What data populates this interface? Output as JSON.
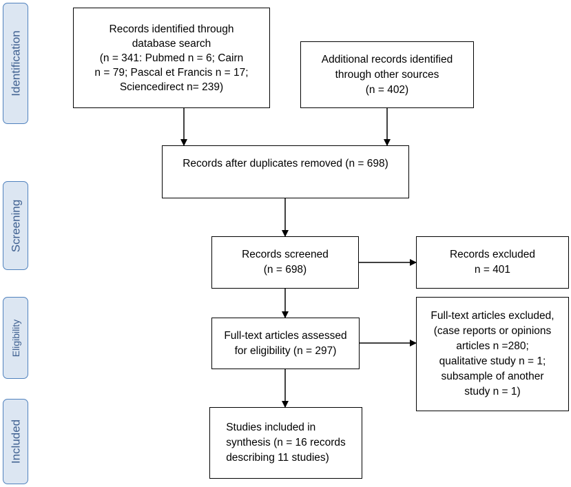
{
  "phases": {
    "identification": "Identification",
    "screening": "Screening",
    "eligibility": "Eligibility",
    "included": "Included"
  },
  "boxes": {
    "records_identified": "Records identified through\ndatabase search\n(n = 341: Pubmed n = 6; Cairn\nn = 79; Pascal et Francis n = 17;\nSciencedirect n= 239)",
    "additional_records": "Additional records identified\nthrough other sources\n(n = 402)",
    "after_duplicates": "Records after duplicates removed (n = 698)",
    "records_screened": "Records screened\n(n = 698)",
    "records_excluded": "Records excluded\nn = 401",
    "fulltext_assessed": "Full-text articles assessed\nfor eligibility (n = 297)",
    "fulltext_excluded": "Full-text articles excluded,\n(case reports or opinions\narticles n =280;\nqualitative study n = 1;\nsubsample of another\nstudy n = 1)",
    "studies_included": "Studies included in\nsynthesis (n = 16 records\ndescribing 11 studies)"
  }
}
